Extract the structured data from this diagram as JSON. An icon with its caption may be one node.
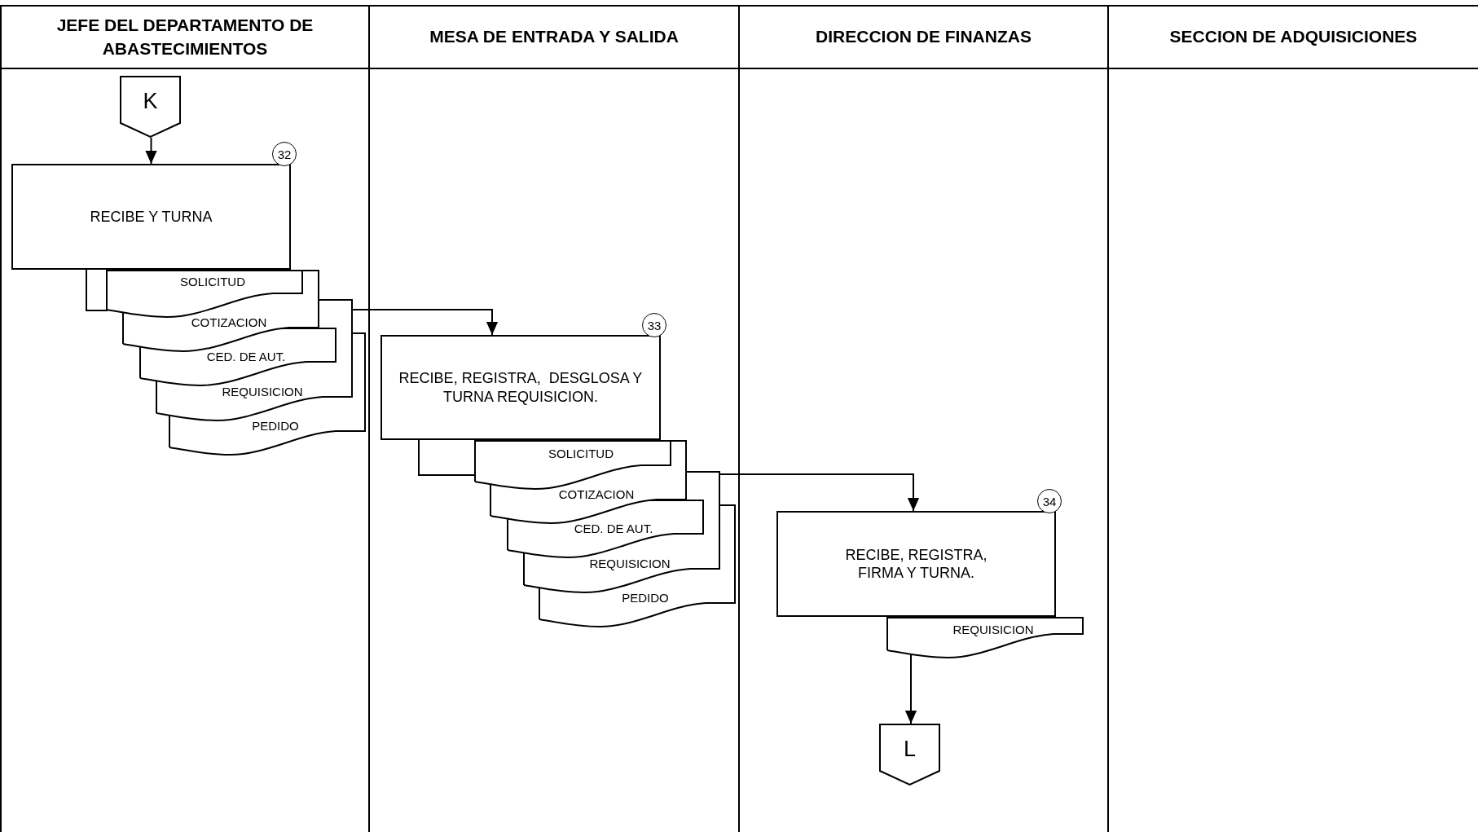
{
  "diagram": {
    "nodes": [
      {
        "text": [
          "JEFE DEL DEPARTAMENTO DE ABASTECIMIENTOS"
        ]
      },
      {
        "text": [
          "MESA DE ENTRADA Y SALIDA"
        ]
      },
      {
        "text": [
          "DIRECCION DE FINANZAS"
        ]
      },
      {
        "text": [
          "SECCION DE ADQUISICIONES"
        ]
      },
      {
        "text": [
          "K"
        ],
        "in": 0
      },
      {
        "text": [
          "RECIBE Y TURNA"
        ],
        "beside": [
          "32"
        ],
        "in": 0
      },
      {
        "text": [],
        "shape": "box",
        "in": 0
      },
      {
        "text": [
          "SOLICITUD"
        ],
        "in": 0
      },
      {
        "text": [
          "COTIZACION"
        ],
        "in": 0
      },
      {
        "text": [
          "CED. DE AUT."
        ],
        "in": 0
      },
      {
        "text": [
          "REQUISICION"
        ],
        "in": 0
      },
      {
        "text": [
          "PEDIDO"
        ],
        "in": 0
      },
      {
        "text": [
          "RECIBE, REGISTRA,  DESGLOSA Y TURNA REQUISICION."
        ],
        "beside": [
          "33"
        ],
        "in": 1
      },
      {
        "text": [],
        "shape": "box",
        "in": 1
      },
      {
        "text": [
          "SOLICITUD"
        ],
        "in": 1
      },
      {
        "text": [
          "COTIZACION"
        ],
        "in": 1
      },
      {
        "text": [
          "CED. DE AUT."
        ],
        "in": 1
      },
      {
        "text": [
          "REQUISICION"
        ],
        "in": 1
      },
      {
        "text": [
          "PEDIDO"
        ],
        "in": 1
      },
      {
        "text": [
          "RECIBE, REGISTRA, FIRMA Y TURNA."
        ],
        "beside": [
          "34"
        ],
        "in": 2
      },
      {
        "text": [
          "REQUISICION"
        ],
        "in": 2
      },
      {
        "text": [
          "L"
        ],
        "in": 2
      }
    ],
    "edges": [
      {
        "from": 4,
        "to": 5,
        "arrow": "to"
      },
      {
        "from": 10,
        "to": 12,
        "arrow": "to"
      },
      {
        "from": 17,
        "to": 19,
        "arrow": "to"
      },
      {
        "from": 20,
        "to": 21,
        "arrow": "to"
      }
    ]
  }
}
